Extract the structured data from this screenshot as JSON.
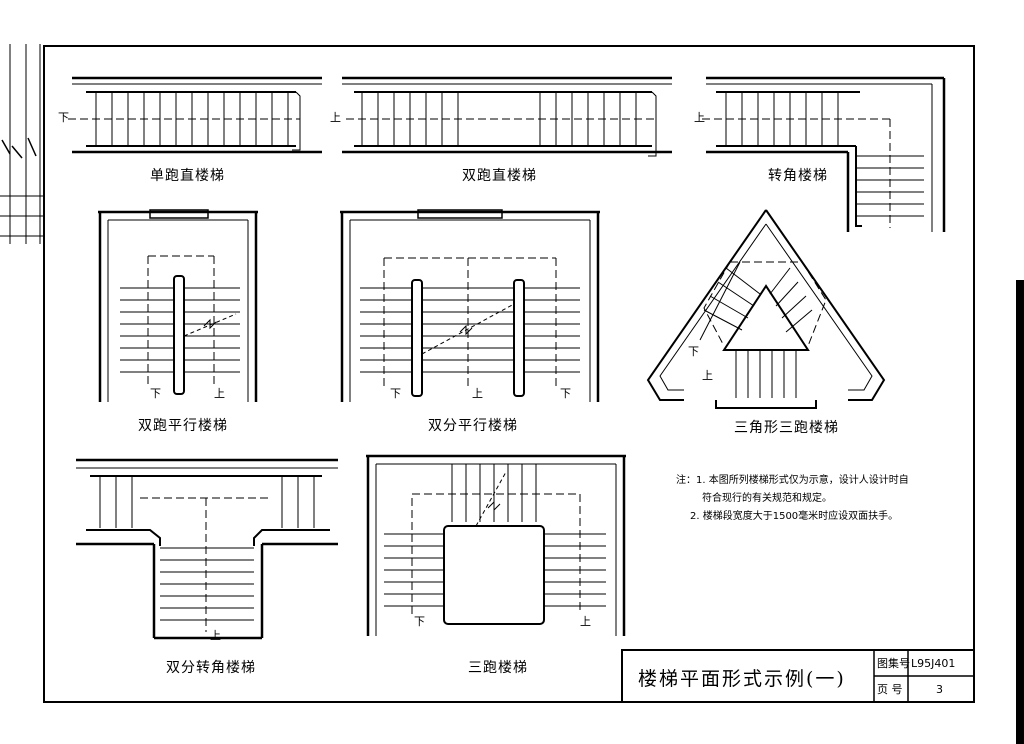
{
  "stairs": [
    {
      "id": "single-run-straight",
      "label": "单跑直楼梯"
    },
    {
      "id": "double-run-straight",
      "label": "双跑直楼梯"
    },
    {
      "id": "corner",
      "label": "转角楼梯"
    },
    {
      "id": "double-run-parallel",
      "label": "双跑平行楼梯"
    },
    {
      "id": "split-parallel",
      "label": "双分平行楼梯"
    },
    {
      "id": "triangle-three-run",
      "label": "三角形三跑楼梯"
    },
    {
      "id": "split-corner",
      "label": "双分转角楼梯"
    },
    {
      "id": "three-run",
      "label": "三跑楼梯"
    }
  ],
  "marks": {
    "up": "上",
    "down": "下"
  },
  "notes": {
    "prefix": "注：",
    "line1": "1. 本图所列楼梯形式仅为示意，设计人设计时自",
    "line1b": "符合现行的有关规范和规定。",
    "line2": "2. 楼梯段宽度大于1500毫米时应设双面扶手。"
  },
  "title_block": {
    "title": "楼梯平面形式示例(一)",
    "atlas_label": "图集号",
    "atlas_value": "L95J401",
    "page_label": "页  号",
    "page_value": "3"
  }
}
